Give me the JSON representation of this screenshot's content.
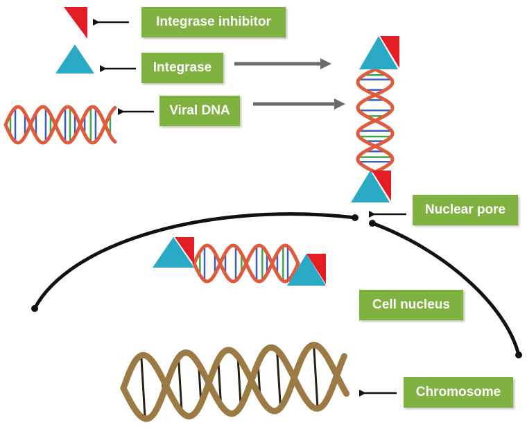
{
  "colors": {
    "label_bg": "#7fb241",
    "label_text": "#ffffff",
    "inhibitor": "#e21d24",
    "integrase": "#2aa9c4",
    "helix_backbone": "#e05a3c",
    "rung_blue": "#3a5fbf",
    "rung_green": "#3aa84a",
    "chromosome": "#9b7a44",
    "membrane": "#111111",
    "arrow_gray": "#6b6b6b"
  },
  "labels": {
    "integrase_inhibitor": "Integrase inhibitor",
    "integrase": "Integrase",
    "viral_dna": "Viral DNA",
    "nuclear_pore": "Nuclear pore",
    "cell_nucleus": "Cell nucleus",
    "chromosome": "Chromosome"
  },
  "icons": [
    "integrase-inhibitor-icon",
    "integrase-icon",
    "viral-dna-icon",
    "integrase-dna-complex-icon",
    "integrated-complex-icon",
    "chromosome-icon",
    "nuclear-membrane-icon"
  ]
}
